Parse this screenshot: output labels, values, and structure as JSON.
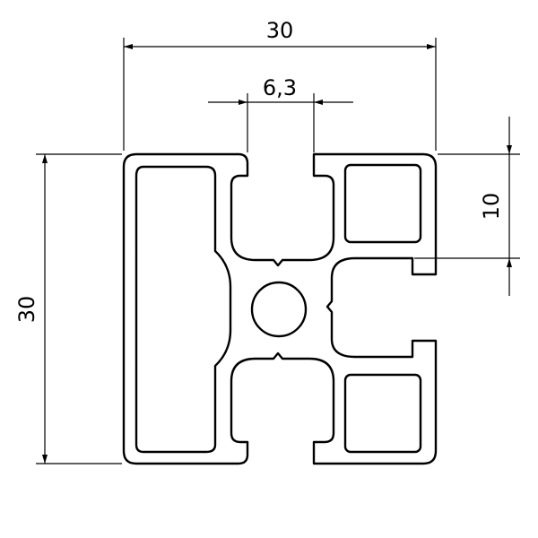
{
  "dimensions": {
    "overall_width": "30",
    "overall_height": "30",
    "slot_width": "6,3",
    "slot_offset": "10"
  },
  "colors": {
    "line": "#000000",
    "background": "#ffffff"
  }
}
